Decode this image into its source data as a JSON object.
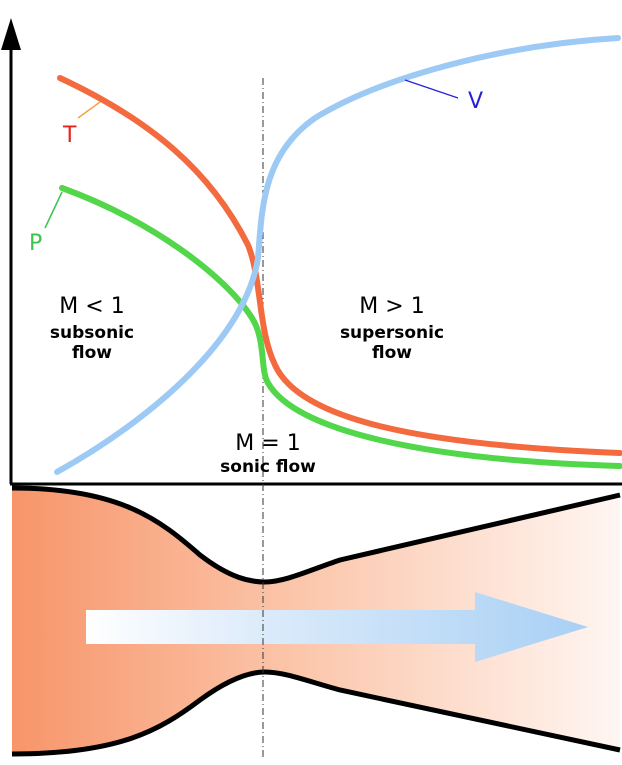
{
  "curve_labels": {
    "temperature": "T",
    "pressure": "P",
    "velocity": "V"
  },
  "regions": {
    "subsonic": {
      "mach": "M < 1",
      "line1": "subsonic",
      "line2": "flow"
    },
    "supersonic": {
      "mach": "M > 1",
      "line1": "supersonic",
      "line2": "flow"
    },
    "sonic": {
      "mach": "M = 1",
      "line1": "sonic flow"
    }
  },
  "colors": {
    "temperature": "#f46a3f",
    "pressure": "#52d64a",
    "velocity": "#9ccaf5",
    "t_label": "#e8211f",
    "p_label": "#3bc44a",
    "v_label": "#2222dd",
    "nozzle_fill_start": "#f7956a",
    "nozzle_fill_end": "#fff6f2",
    "flow_arrow": "#a8d0f5"
  }
}
